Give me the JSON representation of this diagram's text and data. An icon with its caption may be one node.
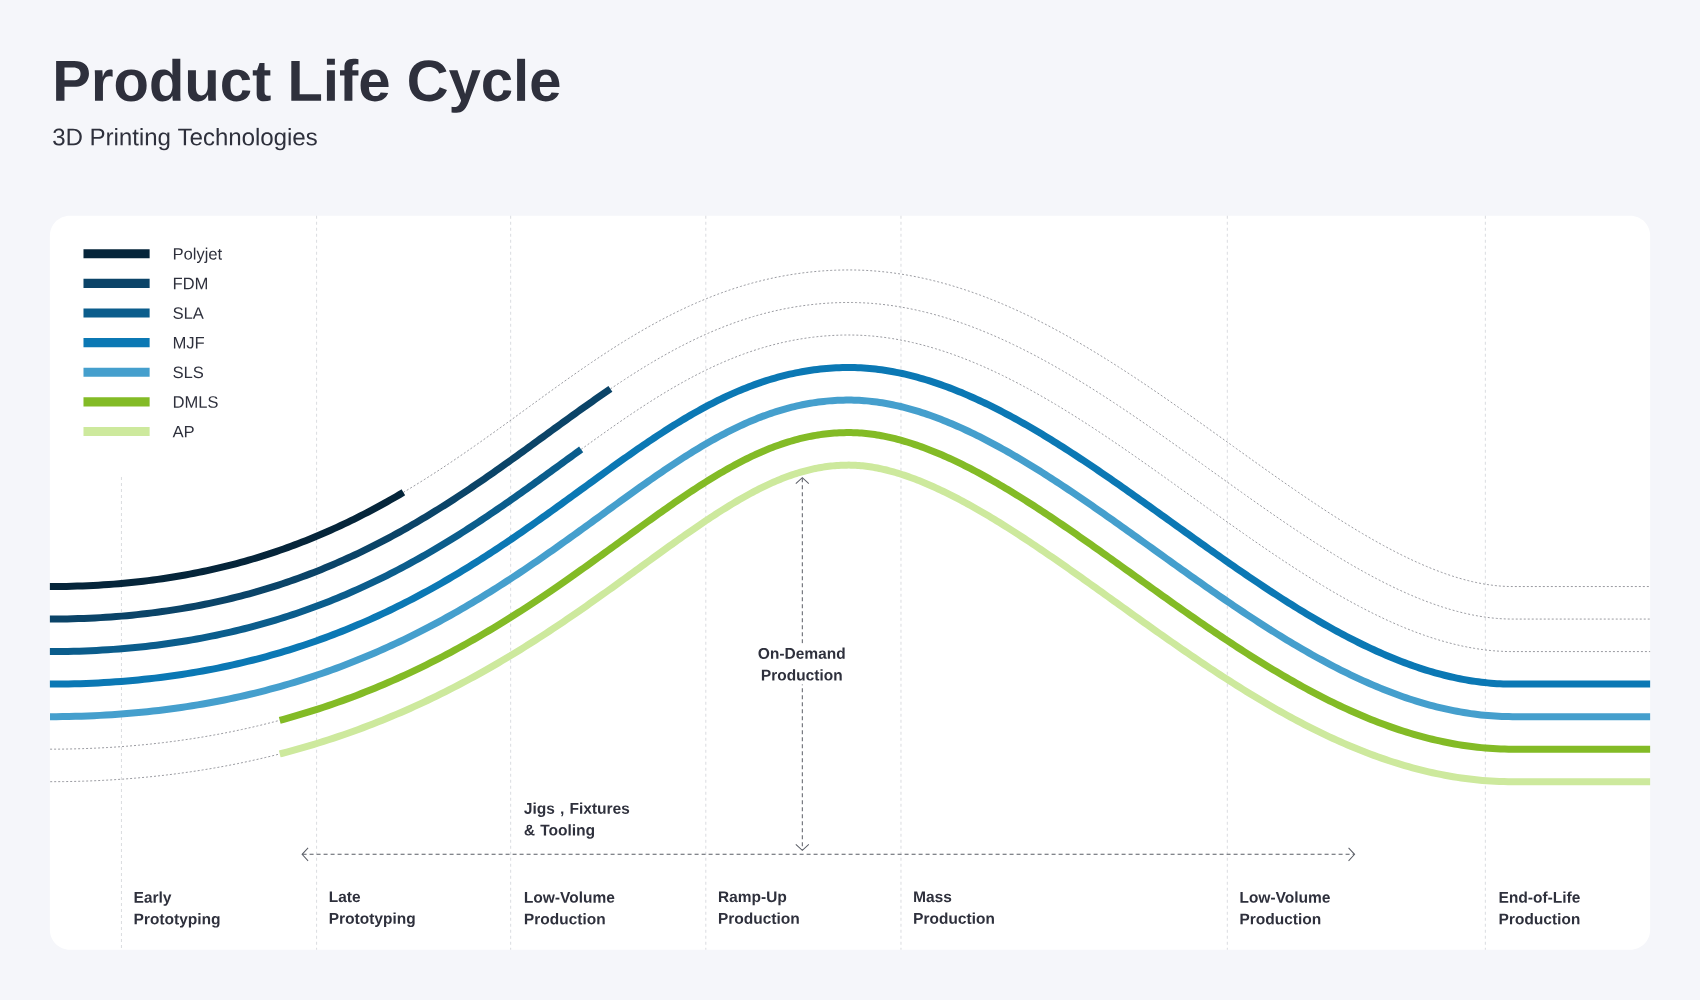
{
  "diagram": {
    "title": "Product Life Cycle",
    "labels": [
      "3D Printing Technologies",
      "On-Demand Production",
      "Jigs , Fixtures & Tooling",
      "Early Prototyping",
      "Late Prototyping",
      "Low-Volume Production",
      "Ramp-Up Production",
      "Mass Production",
      "Low-Volume Production",
      "End-of-Life Production"
    ],
    "legend": [
      {
        "text": "Polyjet",
        "color": "#05253a"
      },
      {
        "text": "FDM",
        "color": "#0b4468"
      },
      {
        "text": "SLA",
        "color": "#0b5d8c"
      },
      {
        "text": "MJF",
        "color": "#0b78b4"
      },
      {
        "text": "SLS",
        "color": "#459fcd"
      },
      {
        "text": "DMLS",
        "color": "#83bb26"
      },
      {
        "text": "AP",
        "color": "#cde99d"
      }
    ]
  }
}
